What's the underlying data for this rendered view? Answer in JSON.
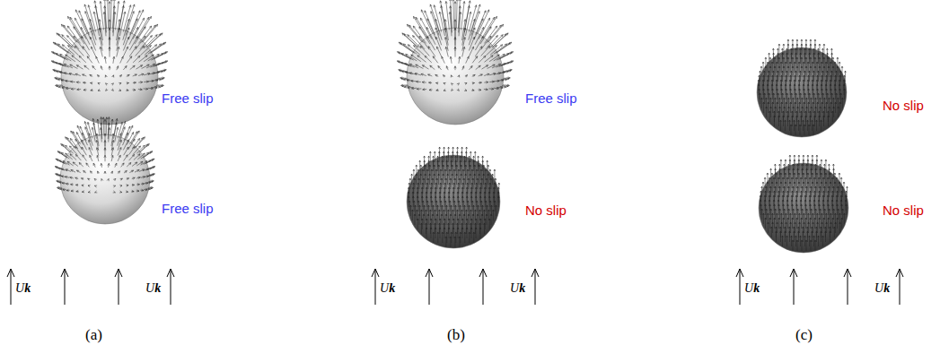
{
  "diagram": {
    "labels": [
      "Free slip",
      "Free slip",
      "Uk",
      "Uk",
      "(a)",
      "Free slip",
      "No slip",
      "Uk",
      "Uk",
      "(b)",
      "No slip",
      "No slip",
      "Uk",
      "Uk",
      "(c)"
    ]
  }
}
